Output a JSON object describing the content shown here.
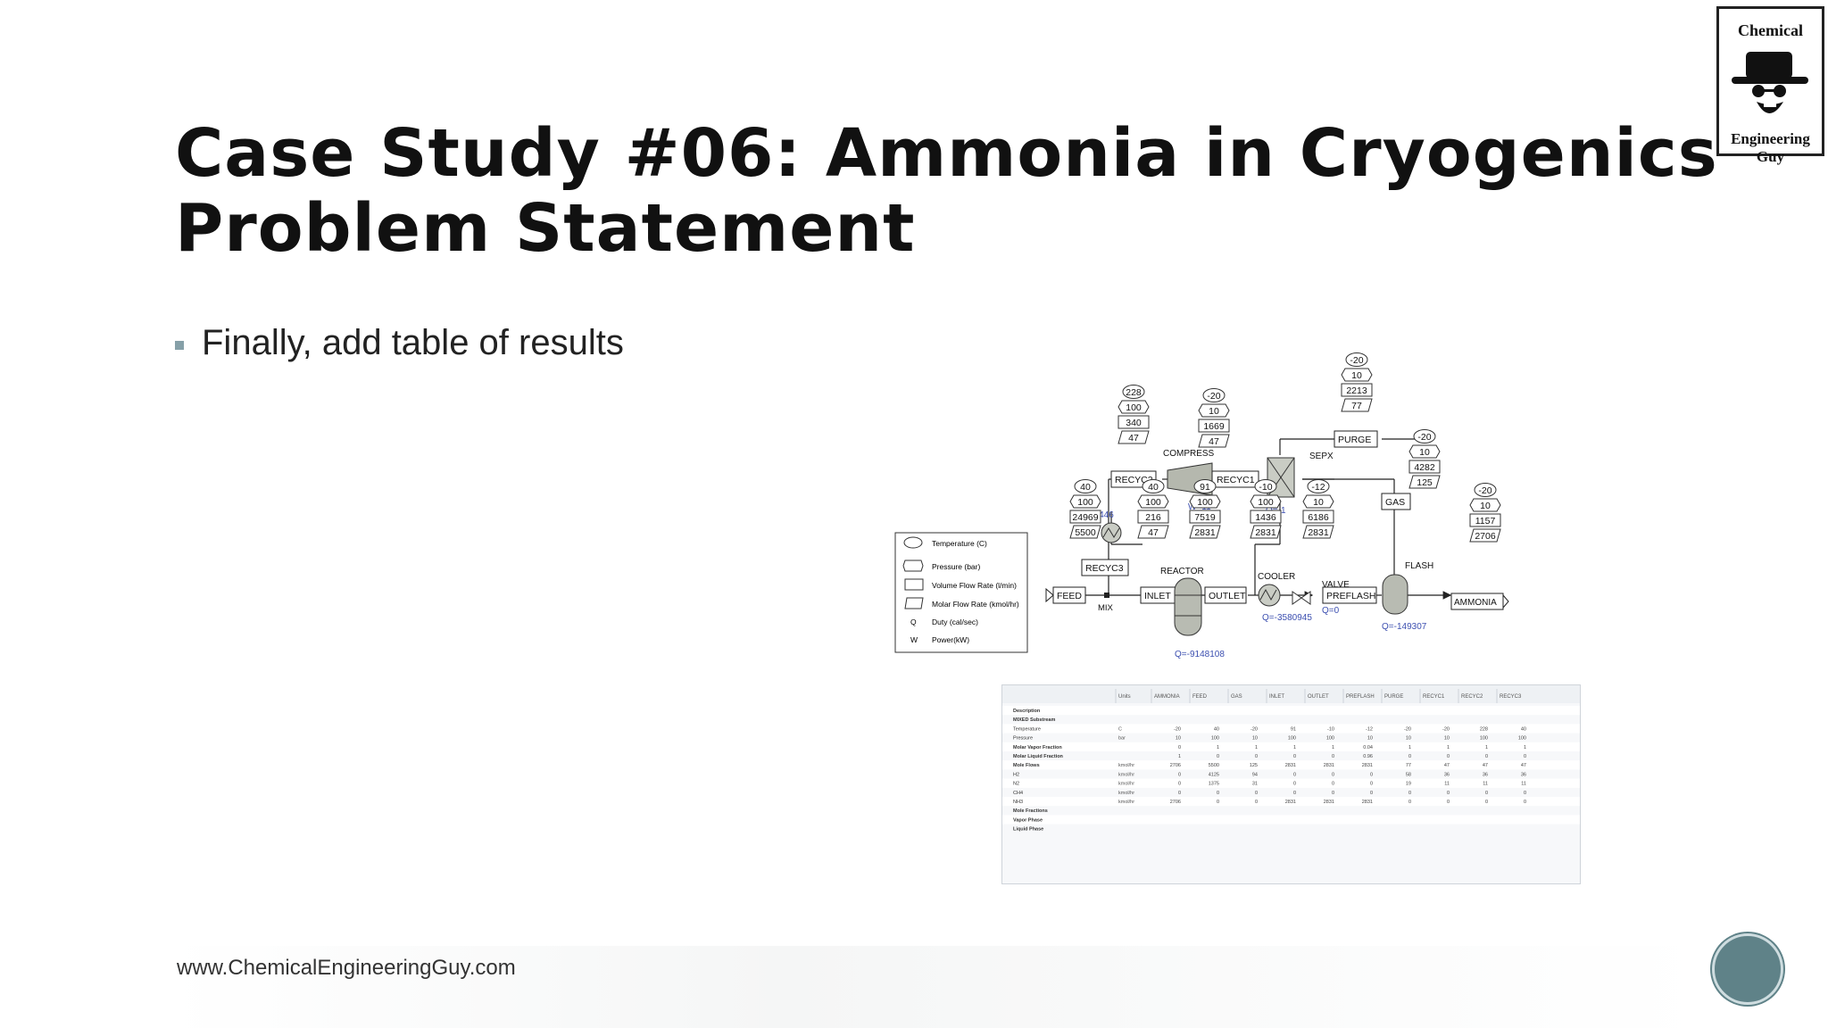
{
  "slide": {
    "title_line1": "Case Study #06: Ammonia in Cryogenics",
    "title_line2": "Problem Statement",
    "bullet": "Finally, add table of results",
    "footer": "www.ChemicalEngineeringGuy.com"
  },
  "logo": {
    "top_text": "Chemical",
    "bottom_text": "Engineering Guy"
  },
  "legend": {
    "items": [
      "Temperature (C)",
      "Pressure (bar)",
      "Volume Flow Rate (l/min)",
      "Molar Flow Rate (kmol/hr)",
      "Duty (cal/sec)",
      "Power(kW)"
    ],
    "duty_letter": "Q",
    "power_letter": "W"
  },
  "flowsheet": {
    "blocks": {
      "recyc2": "RECYC2",
      "compress": "COMPRESS",
      "recyc1": "RECYC1",
      "sepx": "SEPX",
      "purge": "PURGE",
      "gas": "GAS",
      "recyc3": "RECYC3",
      "reactor": "REACTOR",
      "feed": "FEED",
      "mix": "MIX",
      "inlet": "INLET",
      "outlet": "OUTLET",
      "cooler": "COOLER",
      "valve": "VALVE",
      "preflash": "PREFLASH",
      "flash": "FLASH",
      "ammonia": "AMMONIA"
    },
    "stream_tags": {
      "recyc2": [
        "228",
        "100",
        "340",
        "47"
      ],
      "recyc1": [
        "-20",
        "10",
        "1669",
        "47"
      ],
      "purge": [
        "-20",
        "10",
        "2213",
        "77"
      ],
      "gas": [
        "-20",
        "10",
        "4282",
        "125"
      ],
      "feed": [
        "40",
        "100",
        "24969",
        "5500"
      ],
      "recyc3": [
        "40",
        "100",
        "216",
        "47"
      ],
      "outlet": [
        "91",
        "100",
        "7519",
        "2831"
      ],
      "cooler_out": [
        "-10",
        "100",
        "1436",
        "2831"
      ],
      "preflash": [
        "-12",
        "10",
        "6186",
        "2831"
      ],
      "ammonia": [
        "-20",
        "10",
        "1157",
        "2706"
      ]
    },
    "duties": {
      "heater": "17446",
      "compressor": "W=11",
      "sepx": "Q=-1",
      "cooler": "Q=-3580945",
      "valve": "Q=0",
      "flash": "Q=-149307",
      "reactor": "Q=-9148108"
    }
  },
  "results_table": {
    "columns": [
      "Units",
      "AMMONIA",
      "FEED",
      "GAS",
      "INLET",
      "OUTLET",
      "PREFLASH",
      "PURGE",
      "RECYC1",
      "RECYC2",
      "RECYC3"
    ],
    "rows": [
      {
        "label": "Description",
        "unit": "",
        "values": [
          "",
          "",
          "",
          "",
          "",
          "",
          "",
          "",
          "",
          ""
        ]
      },
      {
        "label": "MIXED Substream",
        "unit": "",
        "values": [
          "",
          "",
          "",
          "",
          "",
          "",
          "",
          "",
          "",
          ""
        ]
      },
      {
        "label": "Temperature",
        "unit": "C",
        "values": [
          "-20",
          "40",
          "-20",
          "91",
          "-10",
          "-12",
          "-20",
          "-20",
          "228",
          "40"
        ]
      },
      {
        "label": "Pressure",
        "unit": "bar",
        "values": [
          "10",
          "100",
          "10",
          "100",
          "100",
          "10",
          "10",
          "10",
          "100",
          "100"
        ]
      },
      {
        "label": "Molar Vapor Fraction",
        "unit": "",
        "values": [
          "0",
          "1",
          "1",
          "1",
          "1",
          "0.04",
          "1",
          "1",
          "1",
          "1"
        ]
      },
      {
        "label": "Molar Liquid Fraction",
        "unit": "",
        "values": [
          "1",
          "0",
          "0",
          "0",
          "0",
          "0.96",
          "0",
          "0",
          "0",
          "0"
        ]
      },
      {
        "label": "Mole Flows",
        "unit": "kmol/hr",
        "values": [
          "2706",
          "5500",
          "125",
          "2831",
          "2831",
          "2831",
          "77",
          "47",
          "47",
          "47"
        ]
      },
      {
        "label": "H2",
        "unit": "kmol/hr",
        "values": [
          "0",
          "4125",
          "94",
          "0",
          "0",
          "0",
          "58",
          "36",
          "36",
          "36"
        ]
      },
      {
        "label": "N2",
        "unit": "kmol/hr",
        "values": [
          "0",
          "1375",
          "31",
          "0",
          "0",
          "0",
          "19",
          "11",
          "11",
          "11"
        ]
      },
      {
        "label": "CH4",
        "unit": "kmol/hr",
        "values": [
          "0",
          "0",
          "0",
          "0",
          "0",
          "0",
          "0",
          "0",
          "0",
          "0"
        ]
      },
      {
        "label": "NH3",
        "unit": "kmol/hr",
        "values": [
          "2706",
          "0",
          "0",
          "2831",
          "2831",
          "2831",
          "0",
          "0",
          "0",
          "0"
        ]
      },
      {
        "label": "Mole Fractions",
        "unit": "",
        "values": [
          "",
          "",
          "",
          "",
          "",
          "",
          "",
          "",
          "",
          ""
        ]
      },
      {
        "label": "Vapor Phase",
        "unit": "",
        "values": [
          "",
          "",
          "",
          "",
          "",
          "",
          "",
          "",
          "",
          ""
        ]
      },
      {
        "label": "Liquid Phase",
        "unit": "",
        "values": [
          "",
          "",
          "",
          "",
          "",
          "",
          "",
          "",
          "",
          ""
        ]
      }
    ]
  }
}
